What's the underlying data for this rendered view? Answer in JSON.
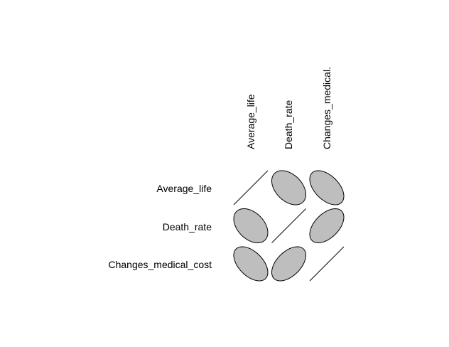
{
  "chart_data": {
    "type": "heatmap",
    "variables": [
      "Average_life",
      "Death_rate",
      "Changes_medical_cost"
    ],
    "column_labels": [
      "Average_life",
      "Death_rate",
      "Changes_medical."
    ],
    "row_labels": [
      "Average_life",
      "Death_rate",
      "Changes_medical_cost"
    ],
    "correlations": [
      [
        1.0,
        -0.4,
        -0.5
      ],
      [
        -0.4,
        1.0,
        0.5
      ],
      [
        -0.5,
        0.5,
        1.0
      ]
    ],
    "ellipse_fill": "#bebebe",
    "stroke_color": "#000000"
  }
}
